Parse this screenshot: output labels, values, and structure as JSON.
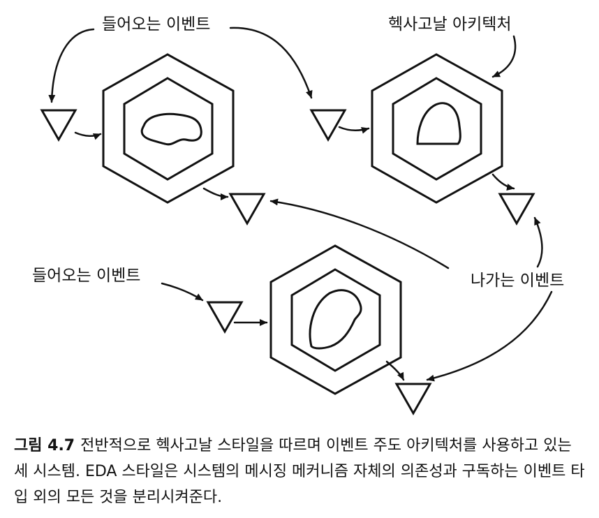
{
  "labels": {
    "incoming_events_top": "들어오는 이벤트",
    "hexagonal_architecture": "헥사고날 아키텍처",
    "incoming_events_bottom": "들어오는 이벤트",
    "outgoing_events": "나가는 이벤트"
  },
  "caption": {
    "figure_number": "그림 4.7",
    "text": "전반적으로 헥사고날 스타일을 따르며 이벤트 주도 아키텍처를 사용하고 있는 세 시스템. EDA 스타일은 시스템의 메시징 메커니즘 자체의 의존성과 구독하는 이벤트 타입 외의 모든 것을 분리시켜준다."
  },
  "colors": {
    "stroke": "#111111",
    "background": "#ffffff"
  },
  "systems": [
    "system-top-left",
    "system-top-right",
    "system-bottom"
  ]
}
